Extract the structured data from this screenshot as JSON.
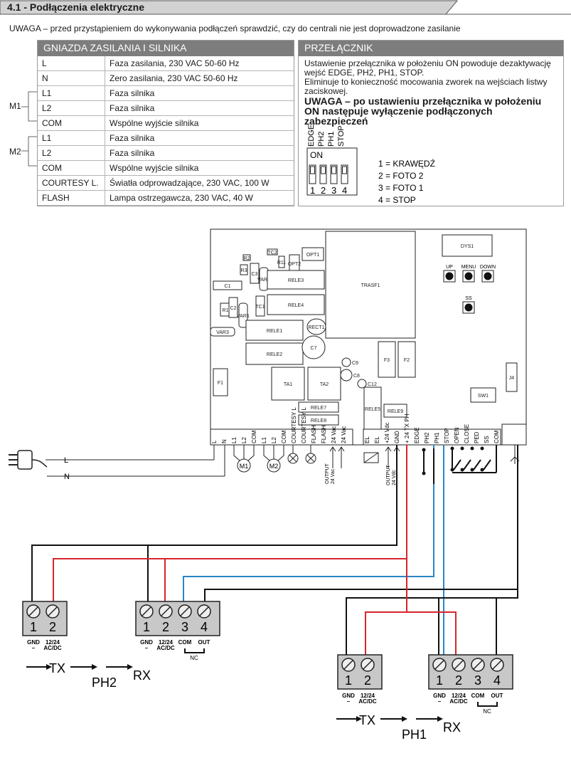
{
  "header": {
    "title": "4.1 - Podłączenia elektryczne"
  },
  "warning": "UWAGA – przed przystąpieniem do wykonywania podłączeń sprawdzić, czy do centrali nie jest doprowadzone zasilanie",
  "power_table": {
    "title": "GNIAZDA ZASILANIA I SILNIKA",
    "rows": [
      {
        "term": "L",
        "desc": "Faza zasilania, 230 VAC 50-60 Hz"
      },
      {
        "term": "N",
        "desc": "Zero zasilania, 230 VAC 50-60 Hz"
      },
      {
        "term": "L1",
        "desc": "Faza silnika"
      },
      {
        "term": "L2",
        "desc": "Faza silnika"
      },
      {
        "term": "COM",
        "desc": "Wspólne wyjście silnika"
      },
      {
        "term": "L1",
        "desc": "Faza silnika"
      },
      {
        "term": "L2",
        "desc": "Faza silnika"
      },
      {
        "term": "COM",
        "desc": "Wspólne wyjście silnika"
      },
      {
        "term": "COURTESY L.",
        "desc": "Światła odprowadzające, 230 VAC, 100 W"
      },
      {
        "term": "FLASH",
        "desc": "Lampa ostrzegawcza, 230 VAC, 40 W"
      }
    ],
    "group_m1": "M1",
    "group_m2": "M2"
  },
  "switch_box": {
    "title": "PRZEŁĄCZNIK",
    "text1": "Ustawienie przełącznika w położeniu ON powoduje dezaktywację wejść EDGE, PH2, PH1, STOP.",
    "text2": "Eliminuje to konieczność mocowania zworek na wejściach listwy zaciskowej.",
    "warning": "UWAGA – po ustawieniu przełącznika w położeniu ON następuje wyłączenie podłączonych zabezpieczeń",
    "dip_labels": [
      "EDGE",
      "PH2",
      "PH1",
      "STOP"
    ],
    "on_label": "ON",
    "numbers": [
      "1",
      "2",
      "3",
      "4"
    ],
    "legend": [
      "1 = KRAWĘDŹ",
      "2 = FOTO 2",
      "3 = FOTO 1",
      "4 = STOP"
    ]
  },
  "board": {
    "components": [
      "R2",
      "TC2",
      "R11",
      "OPT1",
      "R3",
      "OPT2",
      "C3",
      "VAR2",
      "RELE3",
      "RELE4",
      "TRASF1",
      "DYS1",
      "C1",
      "R1",
      "C2",
      "VAR1",
      "TC1",
      "RECT1",
      "RELE1",
      "RELE2",
      "VAR3",
      "C7",
      "C9",
      "C8",
      "C12",
      "F3",
      "F2",
      "F1",
      "TA1",
      "TA2",
      "RELE7",
      "RELE8",
      "RELE5",
      "RELE9",
      "SW1",
      "J4"
    ],
    "buttons": [
      "UP",
      "MENU",
      "DOWN",
      "SS"
    ],
    "terminals_left": [
      "L",
      "N",
      "L1",
      "L2",
      "COM",
      "L1",
      "L2",
      "COM",
      "COURTESY L",
      "COURTESY L",
      "FLASH",
      "FLASH",
      "24 Vac",
      "24 Vac"
    ],
    "terminals_right": [
      "EL",
      "EL",
      "+24 Vdc",
      "GND",
      "+ 24 TX PH",
      "EDGE",
      "PH2",
      "PH1",
      "STOP",
      "OPEN",
      "CLOSE",
      "PED",
      "SS",
      "COM"
    ],
    "motor1": "M1",
    "motor2": "M2",
    "output_ac": [
      "OUTPUT",
      "24 Vac"
    ],
    "output_dc": [
      "OUTPUT",
      "24 Vdc"
    ],
    "plug_l": "L",
    "plug_n": "N"
  },
  "ph2": {
    "tx_terms": [
      "1",
      "2"
    ],
    "tx_labels": [
      "GND",
      "–",
      "12/24",
      "AC/DC"
    ],
    "rx_terms": [
      "1",
      "2",
      "3",
      "4"
    ],
    "rx_labels": [
      "GND",
      "–",
      "12/24",
      "AC/DC",
      "COM",
      "OUT"
    ],
    "nc": "NC",
    "tx": "TX",
    "rx": "RX",
    "name": "PH2"
  },
  "ph1": {
    "tx_terms": [
      "1",
      "2"
    ],
    "tx_labels": [
      "GND",
      "–",
      "12/24",
      "AC/DC"
    ],
    "rx_terms": [
      "1",
      "2",
      "3",
      "4"
    ],
    "rx_labels": [
      "GND",
      "–",
      "12/24",
      "AC/DC",
      "COM",
      "OUT"
    ],
    "nc": "NC",
    "tx": "TX",
    "rx": "RX",
    "name": "PH1"
  },
  "colors": {
    "wire_red": "#d8262b",
    "wire_blue": "#2a86c6",
    "wire_black": "#111111",
    "header_gray": "#7d7d7d"
  }
}
